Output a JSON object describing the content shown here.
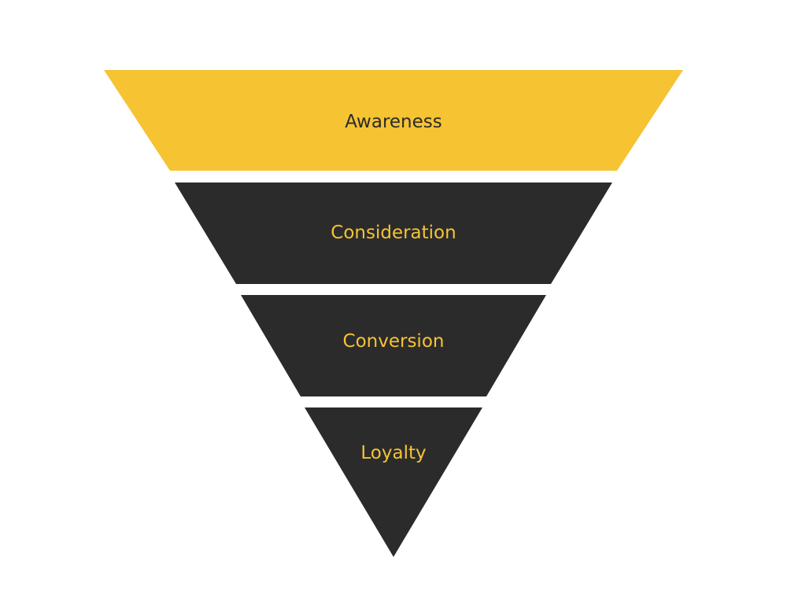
{
  "funnel": {
    "stages": [
      {
        "label": "Awareness",
        "fill": "#F6C333",
        "text_color": "#2B2B2B"
      },
      {
        "label": "Consideration",
        "fill": "#2B2B2B",
        "text_color": "#F6C333"
      },
      {
        "label": "Conversion",
        "fill": "#2B2B2B",
        "text_color": "#F6C333"
      },
      {
        "label": "Loyalty",
        "fill": "#2B2B2B",
        "text_color": "#F6C333"
      }
    ]
  }
}
